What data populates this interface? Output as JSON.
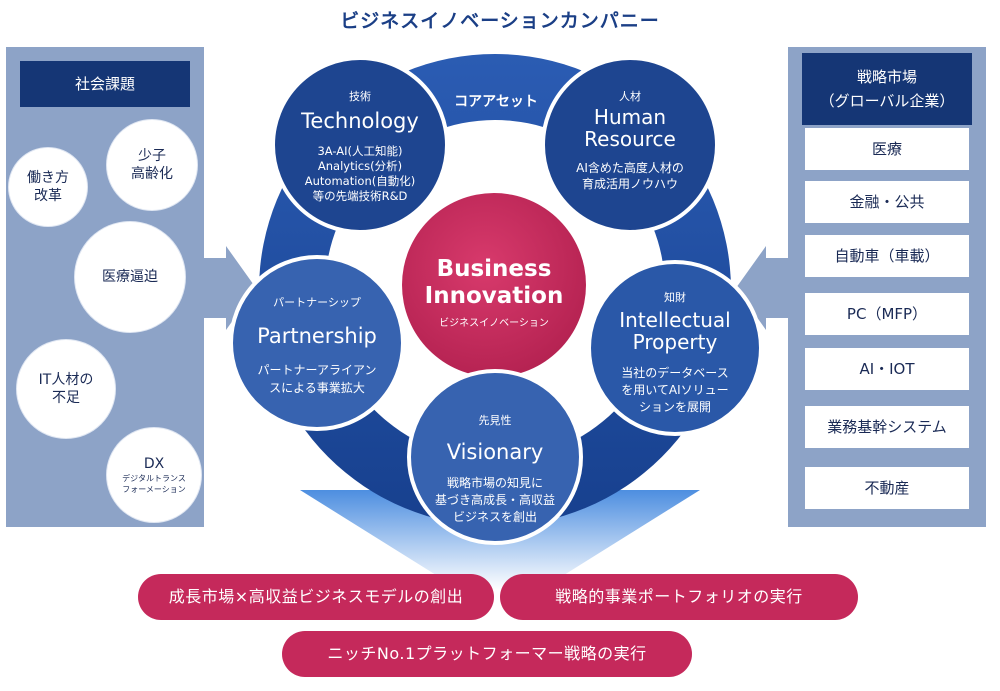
{
  "title": "ビジネスイノベーションカンパニー",
  "core_asset_label": "コアアセット",
  "center": {
    "line1": "Business",
    "line2": "Innovation",
    "sub": "ビジネスイノベーション"
  },
  "nodes": {
    "technology": {
      "category": "技術",
      "title": "Technology",
      "desc": [
        "3A-AI(人工知能)",
        "Analytics(分析)",
        "Automation(自動化)",
        "等の先端技術R&D"
      ]
    },
    "human": {
      "category": "人材",
      "title1": "Human",
      "title2": "Resource",
      "desc": [
        "AI含めた高度人材の",
        "育成活用ノウハウ"
      ]
    },
    "partnership": {
      "category": "パートナーシップ",
      "title": "Partnership",
      "desc": [
        "パートナーアライアン",
        "スによる事業拡大"
      ]
    },
    "intellectual": {
      "category": "知財",
      "title1": "Intellectual",
      "title2": "Property",
      "desc": [
        "当社のデータベース",
        "を用いてAIソリュー",
        "ションを展開"
      ]
    },
    "visionary": {
      "category": "先見性",
      "title": "Visionary",
      "desc": [
        "戦略市場の知見に",
        "基づき高成長・高収益",
        "ビジネスを創出"
      ]
    }
  },
  "social_issues": {
    "header": "社会課題",
    "items": [
      {
        "line1": "働き方",
        "line2": "改革"
      },
      {
        "line1": "少子",
        "line2": "高齢化"
      },
      {
        "line1": "医療逼迫",
        "line2": ""
      },
      {
        "line1": "IT人材の",
        "line2": "不足"
      },
      {
        "line1": "DX",
        "small1": "デジタルトランス",
        "small2": "フォーメーション"
      }
    ]
  },
  "strategic_markets": {
    "header_line1": "戦略市場",
    "header_line2": "（グローバル企業）",
    "items": [
      "医療",
      "金融・公共",
      "自動車（車載）",
      "PC（MFP）",
      "AI・IOT",
      "業務基幹システム",
      "不動産"
    ]
  },
  "strategies": [
    "成長市場×高収益ビジネスモデルの創出",
    "戦略的事業ポートフォリオの実行",
    "ニッチNo.1プラットフォーマー戦略の実行"
  ],
  "colors": {
    "navy": "#153675",
    "ring": "#2354a8",
    "node": "#1e4590",
    "node_light": "#3a68b8",
    "center": "#c5295b",
    "panel": "#8da3c7",
    "bar": "#c5295b"
  }
}
